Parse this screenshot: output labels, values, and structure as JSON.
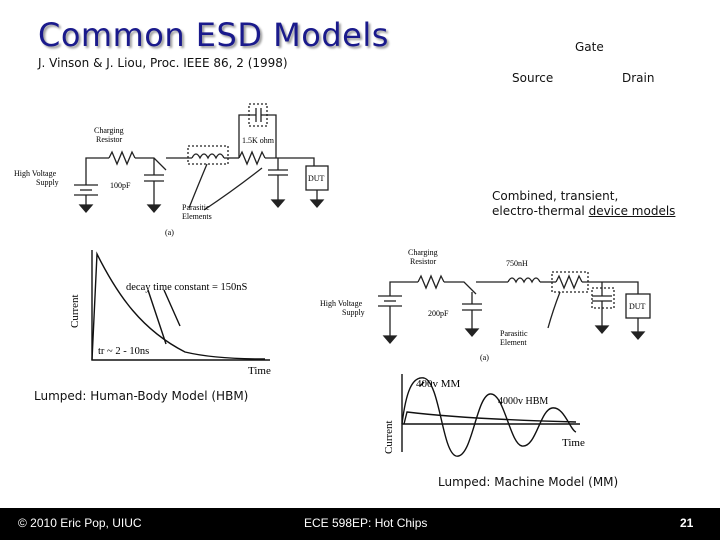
{
  "slide": {
    "title": "Common ESD Models",
    "citation": "J. Vinson & J. Liou, Proc. IEEE 86, 2 (1998)",
    "terminals": {
      "gate": "Gate",
      "source": "Source",
      "drain": "Drain"
    },
    "combined_prefix": "Combined, transient,",
    "combined_line2_start": "electro-thermal ",
    "combined_link": "device models",
    "hbm_caption": "Lumped: Human-Body Model (HBM)",
    "mm_caption": "Lumped: Machine Model (MM)"
  },
  "hbm_circuit": {
    "charging_resistor": "Charging\nResistor",
    "charging_1": "Charging",
    "charging_2": "Resistor",
    "resistor": "1.5K ohm",
    "source_1": "High Voltage",
    "source_2": "Supply",
    "capacitor": "100pF",
    "parasitic_1": "Parasitic",
    "parasitic_2": "Elements",
    "dut": "DUT",
    "fig": "(a)"
  },
  "hbm_waveform": {
    "ylabel": "Current",
    "xlabel": "Time",
    "decay": "decay time constant = 150nS",
    "rise": "tr ~ 2 - 10ns"
  },
  "mm_circuit": {
    "charging_1": "Charging",
    "charging_2": "Resistor",
    "inductor": "750nH",
    "source_1": "High Voltage",
    "source_2": "Supply",
    "capacitor": "200pF",
    "parasitic_1": "Parasitic",
    "parasitic_2": "Element",
    "dut": "DUT",
    "fig": "(a)"
  },
  "mm_waveform": {
    "ylabel": "Current",
    "xlabel": "Time",
    "mm_label": "400v MM",
    "hbm_label": "4000v HBM"
  },
  "footer": {
    "copyright": "© 2010 Eric Pop, UIUC",
    "course": "ECE 598EP: Hot Chips",
    "page": "21"
  }
}
